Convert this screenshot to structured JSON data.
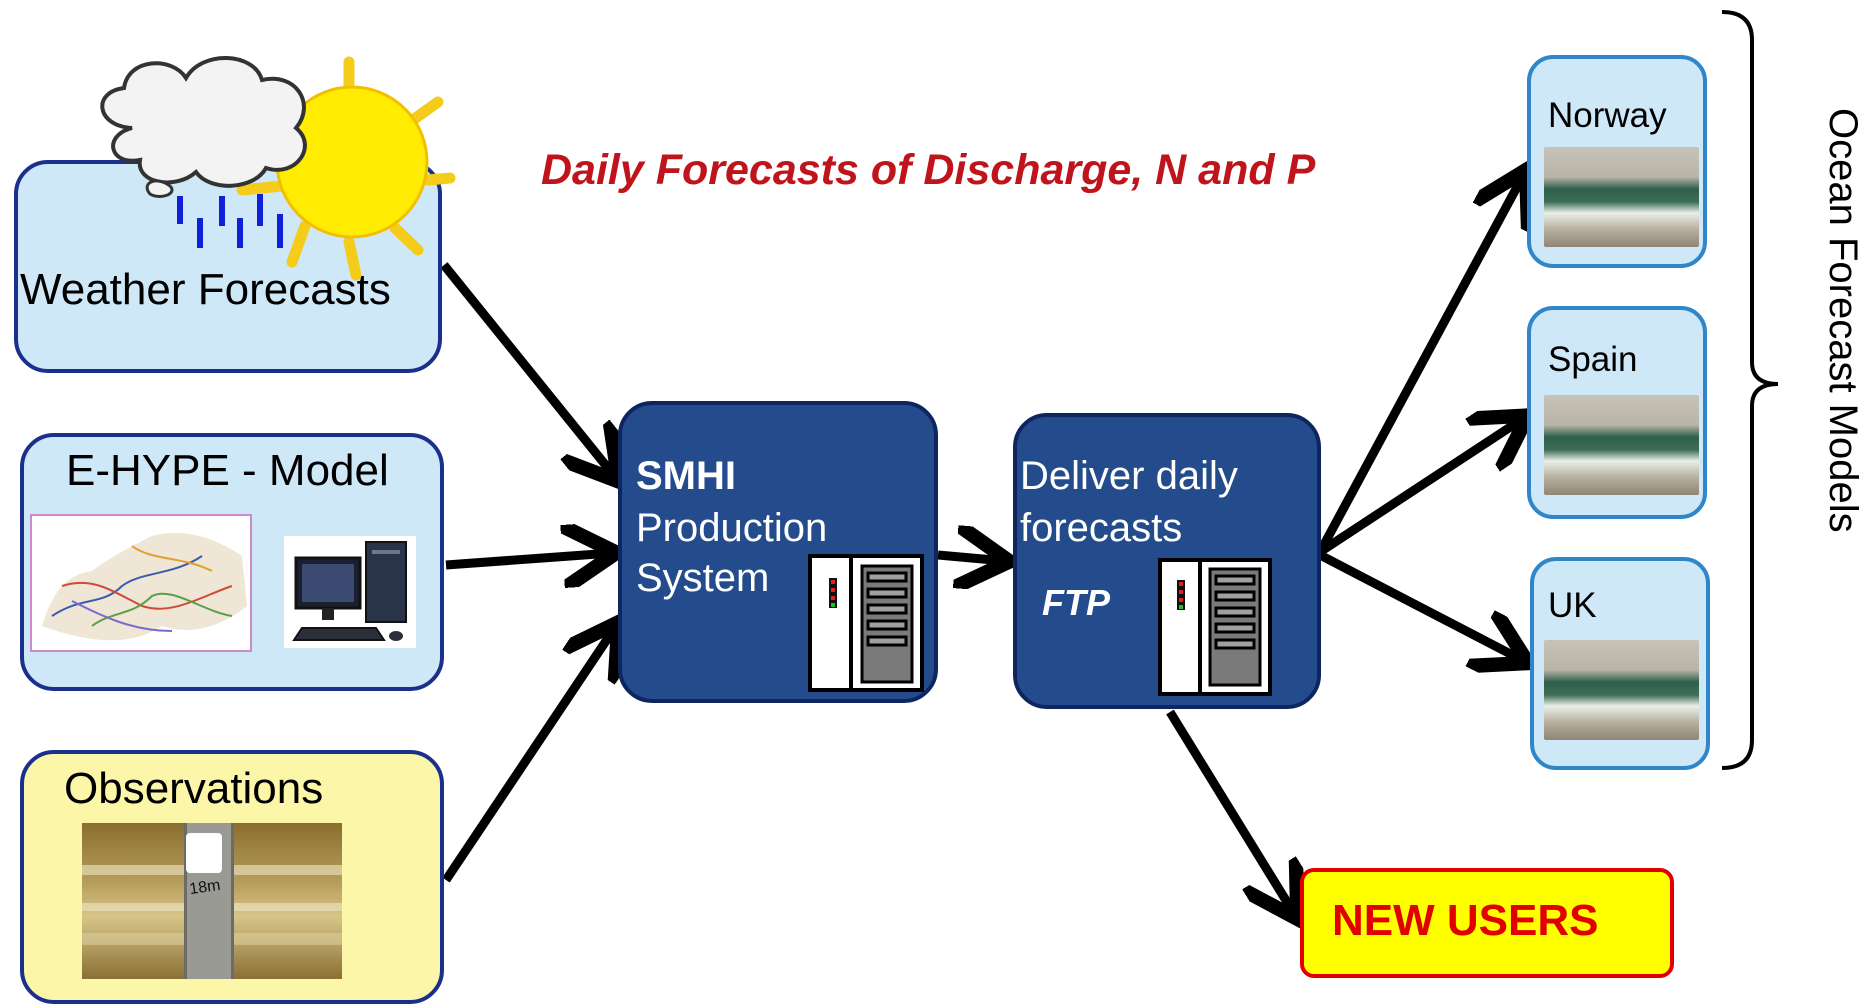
{
  "title": "Daily Forecasts of Discharge, N and P",
  "inputs": {
    "weather": "Weather Forecasts",
    "model": "E-HYPE - Model",
    "observations": "Observations",
    "gauge_text": "18m"
  },
  "smhi": {
    "bold": "SMHI",
    "line2": "Production",
    "line3": "System"
  },
  "deliver": {
    "line1": "Deliver daily",
    "line2": "forecasts",
    "ftp": "FTP"
  },
  "ocean": {
    "bracket_label": "Ocean Forecast Models",
    "items": [
      "Norway",
      "Spain",
      "UK"
    ]
  },
  "new_users": "NEW USERS",
  "colors": {
    "title_red": "#c0141c",
    "box_dark": "#244c8c",
    "box_light": "#cfe8f8",
    "box_yellow": "#fbf6a8",
    "new_users_bg": "#ffff00",
    "new_users_border": "#e00000"
  }
}
